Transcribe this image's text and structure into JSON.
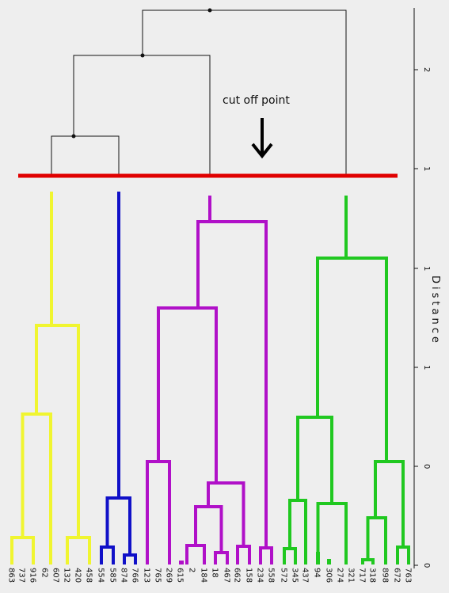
{
  "axis": {
    "label": "Distance",
    "ticks": [
      {
        "label": "2"
      },
      {
        "label": "1"
      },
      {
        "label": "1"
      },
      {
        "label": "1"
      },
      {
        "label": "0"
      },
      {
        "label": "0"
      }
    ]
  },
  "annotation": {
    "text": "cut off point",
    "arrow_icon": "down-arrow-icon",
    "cut_line_color": "#e00000"
  },
  "clusters": [
    {
      "color": "#f0f530",
      "leaves": [
        "863",
        "737",
        "916",
        "62",
        "607",
        "132",
        "420",
        "458"
      ]
    },
    {
      "color": "#1010c8",
      "leaves": [
        "554",
        "585",
        "874",
        "766"
      ]
    },
    {
      "color": "#b010c8",
      "leaves": [
        "123",
        "765",
        "269",
        "615",
        "2",
        "184",
        "18",
        "467",
        "662",
        "158",
        "234",
        "558"
      ]
    },
    {
      "color": "#20c820",
      "leaves": [
        "572",
        "345",
        "437",
        "94",
        "306",
        "274",
        "321",
        "717",
        "318",
        "898",
        "672",
        "763"
      ]
    }
  ],
  "upper_tree_color": "#111111"
}
